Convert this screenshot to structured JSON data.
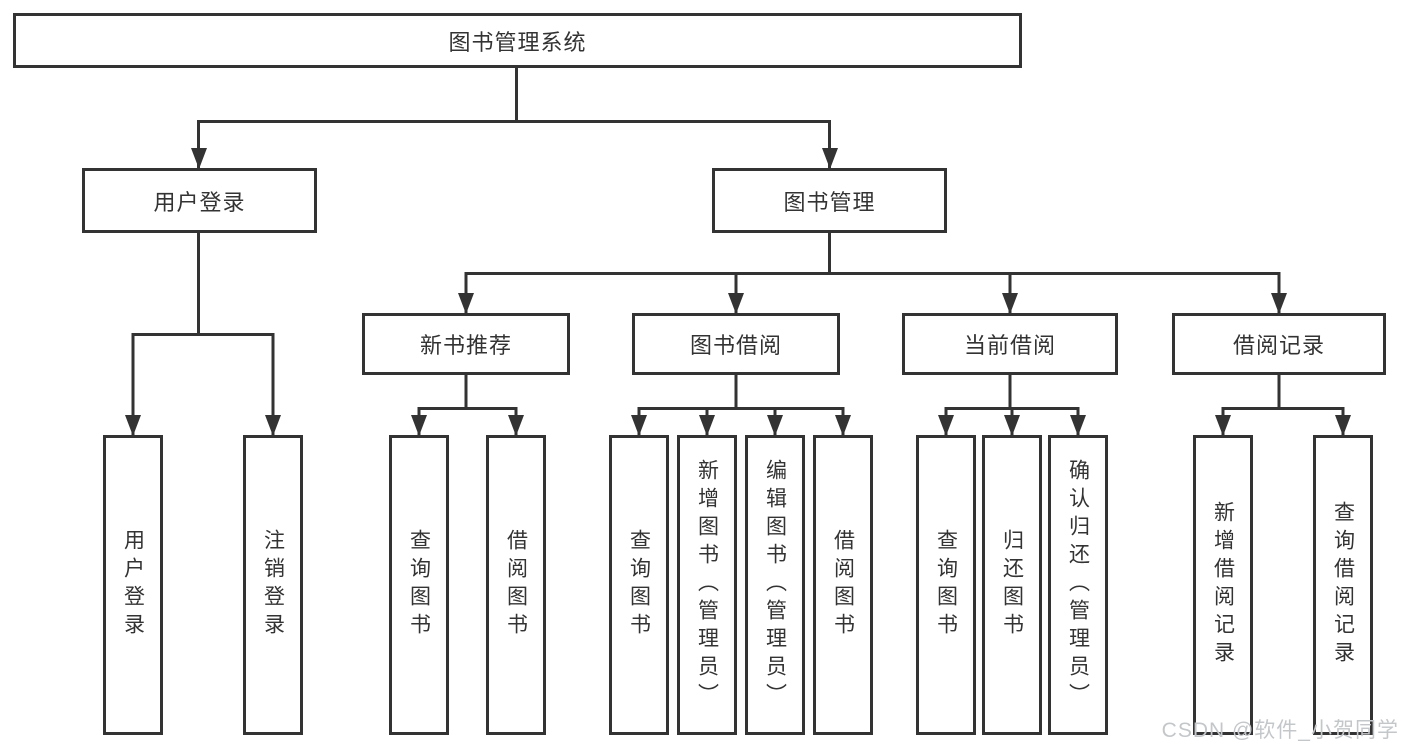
{
  "tree": {
    "root": "图书管理系统",
    "branches": [
      {
        "label": "用户登录",
        "leaves": [
          "用户登录",
          "注销登录"
        ]
      },
      {
        "label": "图书管理",
        "groups": [
          {
            "label": "新书推荐",
            "leaves": [
              "查询图书",
              "借阅图书"
            ]
          },
          {
            "label": "图书借阅",
            "leaves": [
              "查询图书",
              "新增图书（管理员）",
              "编辑图书（管理员）",
              "借阅图书"
            ]
          },
          {
            "label": "当前借阅",
            "leaves": [
              "查询图书",
              "归还图书",
              "确认归还（管理员）"
            ]
          },
          {
            "label": "借阅记录",
            "leaves": [
              "新增借阅记录",
              "查询借阅记录"
            ]
          }
        ]
      }
    ]
  },
  "watermark": "CSDN @软件_小贺同学",
  "colors": {
    "line": "#333333",
    "border": "#333333",
    "text": "#333333",
    "watermark": "#c4c7ca",
    "background": "#ffffff"
  }
}
